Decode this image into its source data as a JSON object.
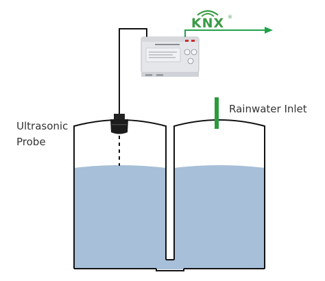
{
  "labels": {
    "probe_line1": "Ultrasonic",
    "probe_line2": "Probe",
    "inlet": "Rainwater Inlet"
  },
  "logo": {
    "text": "KNX",
    "trademark": "®"
  },
  "colors": {
    "water": "#a7bfd8",
    "outline": "#111111",
    "arrow": "#22a04a",
    "inlet_pipe": "#2a9a3a",
    "knx_logo": "#3a9b45",
    "device_body": "#e4e6ea",
    "probe": "#222222"
  }
}
